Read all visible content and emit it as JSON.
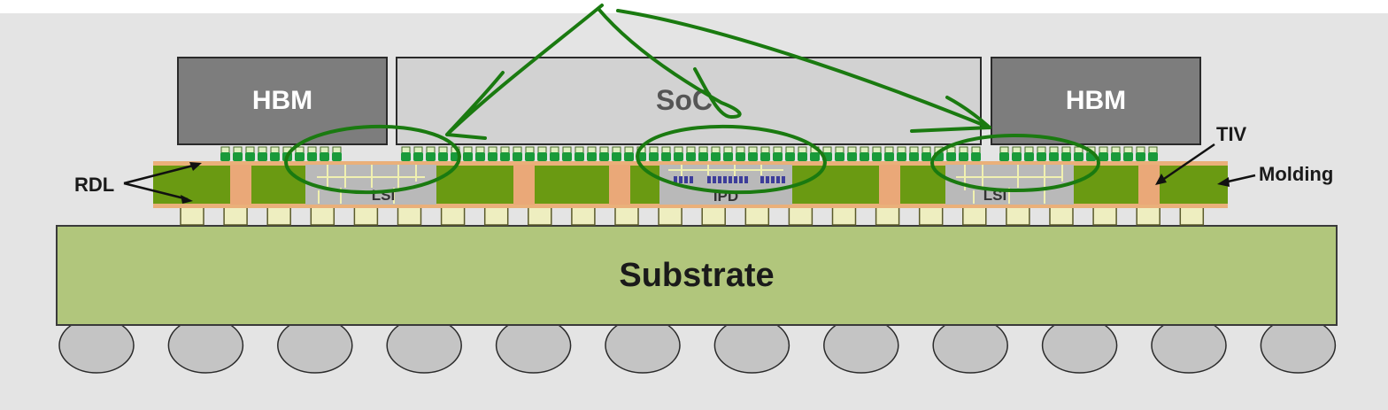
{
  "labels": {
    "hbm_left": "HBM",
    "soc": "SoC",
    "hbm_right": "HBM",
    "lsi_left": "LSI",
    "ipd": "IPD",
    "lsi_right": "LSI",
    "substrate": "Substrate",
    "rdl": "RDL",
    "tiv": "TIV",
    "molding": "Molding"
  },
  "colors": {
    "background": "#e4e4e4",
    "hbm": "#7d7d7d",
    "soc": "#d2d2d2",
    "molding": "#6a9a12",
    "rdl": "#eab07a",
    "tiv": "#eaa878",
    "bridge_die": "#b9b9b9",
    "bridge_wiring": "#f0f0b0",
    "ipd_cells": "#3d3d9a",
    "bump": "#1a9a3a",
    "pad": "#eeeec0",
    "substrate": "#b1c67c",
    "ball": "#c4c4c4",
    "annotation": "#1a7a10"
  }
}
